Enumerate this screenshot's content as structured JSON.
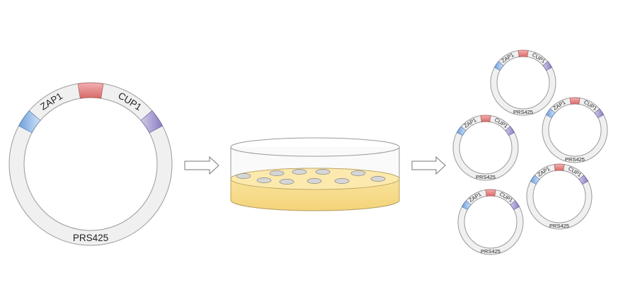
{
  "plasmid_large": {
    "left_gene": "ZAP1",
    "right_gene": "CUP1",
    "name": "PRS425"
  },
  "plasmid_small": {
    "left_gene": "ZAP1",
    "right_gene": "CUP1",
    "name": "PRS425",
    "count": 5
  },
  "colors": {
    "ring_fill": "#f0f0f0",
    "ring_stroke": "#9a9a9a",
    "segment_red": "#e07878",
    "segment_blue": "#78a8e0",
    "segment_purple": "#9a8cc8",
    "agar": "#f7dc8c",
    "colony": "#d6d6d6"
  }
}
